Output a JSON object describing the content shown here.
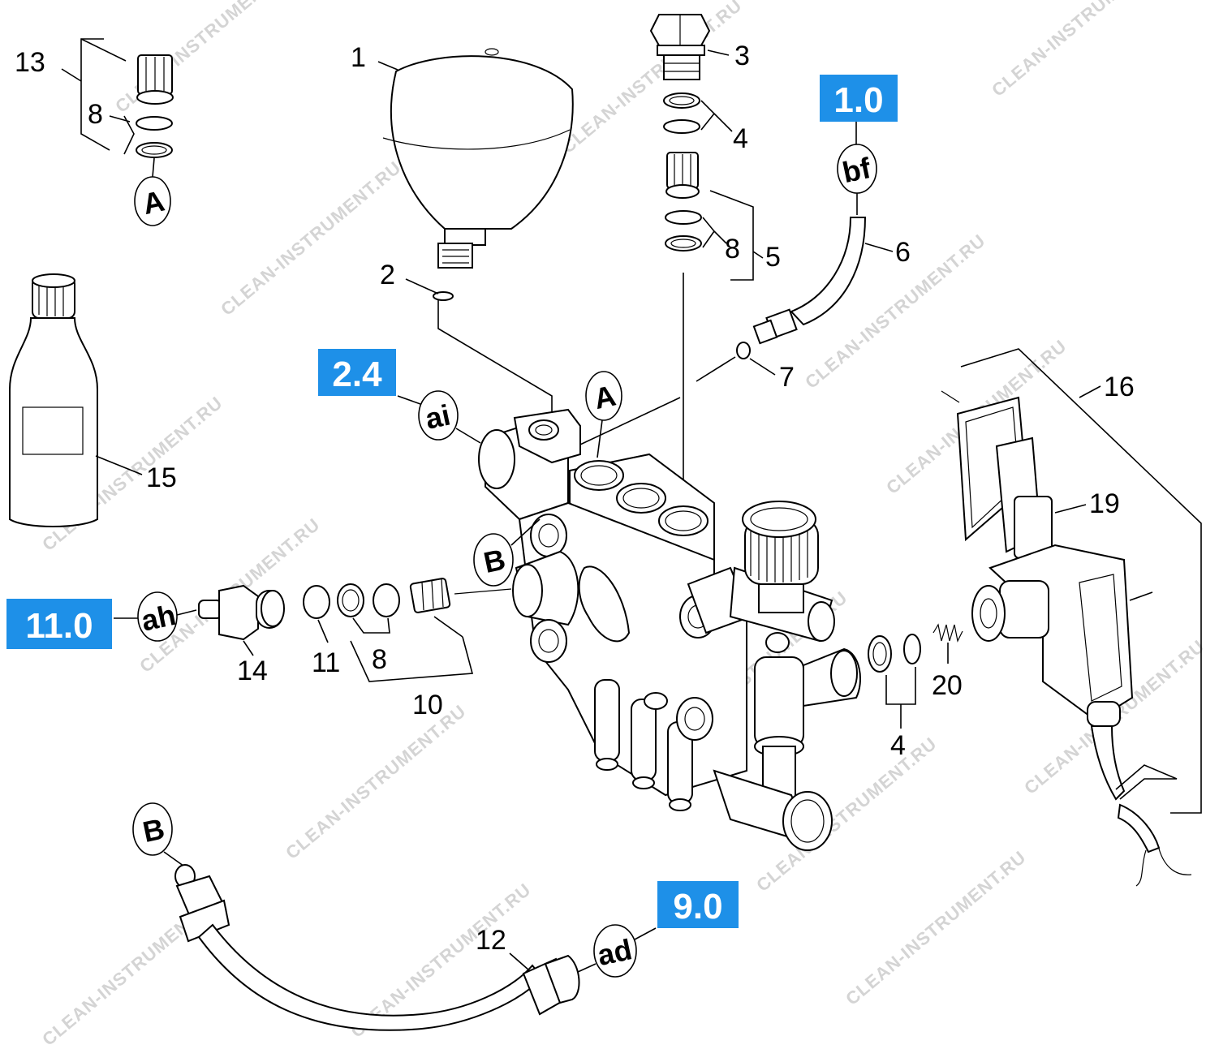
{
  "watermark": "CLEAN-INSTRUMENT.RU",
  "colors": {
    "reference_box": "#1e90e8",
    "line": "#000000",
    "watermark": "#d4d4d4"
  },
  "part_numbers": [
    "1",
    "2",
    "3",
    "4",
    "4",
    "5",
    "6",
    "7",
    "8",
    "8",
    "8",
    "10",
    "11",
    "12",
    "13",
    "14",
    "15",
    "16",
    "19",
    "20"
  ],
  "connection_letters": [
    "A",
    "A",
    "B",
    "B",
    "ai",
    "ah",
    "ad",
    "bf"
  ],
  "reference_codes": [
    "2.4",
    "1.0",
    "11.0",
    "9.0"
  ]
}
